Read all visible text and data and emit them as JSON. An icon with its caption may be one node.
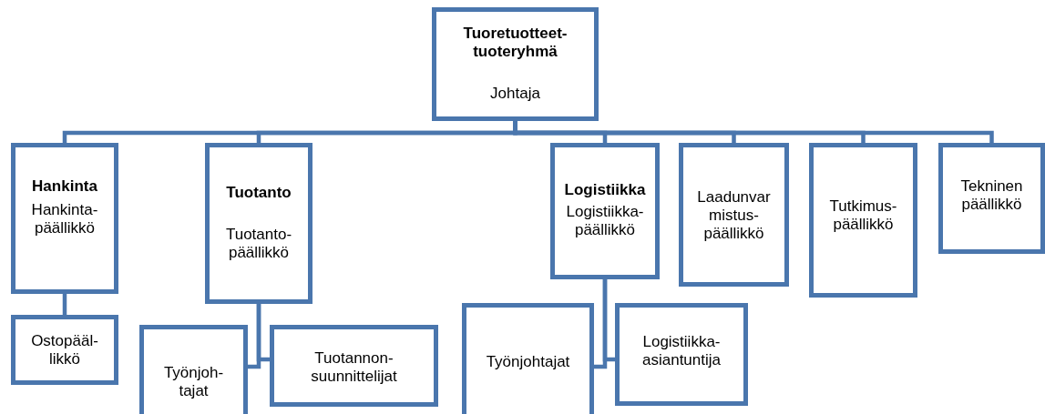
{
  "diagram": {
    "nodes": [
      {
        "text": [
          "Tuoretuotteet- tuoteryhmä",
          "Johtaja"
        ]
      },
      {
        "text": [
          "Hankinta",
          "Hankinta- päällikkö"
        ]
      },
      {
        "text": [
          "Ostopääl- likkö"
        ]
      },
      {
        "text": [
          "Tuotanto",
          "Tuotanto- päällikkö"
        ]
      },
      {
        "text": [
          "Työnjoh- tajat"
        ]
      },
      {
        "text": [
          "Tuotannon- suunnittelijat"
        ]
      },
      {
        "text": [
          "Logistiikka",
          "Logistiikka- päällikkö"
        ]
      },
      {
        "text": [
          "Työnjohtajat"
        ]
      },
      {
        "text": [
          "Logistiikka- asiantuntija"
        ]
      },
      {
        "text": [
          "Laadunvar mistus- päällikkö"
        ]
      },
      {
        "text": [
          "Tutkimus- päällikkö"
        ]
      },
      {
        "text": [
          "Tekninen päällikkö"
        ]
      }
    ],
    "edges": [
      {
        "from": 0,
        "to": 1,
        "arrow": "none"
      },
      {
        "from": 0,
        "to": 3,
        "arrow": "none"
      },
      {
        "from": 0,
        "to": 6,
        "arrow": "none"
      },
      {
        "from": 0,
        "to": 9,
        "arrow": "none"
      },
      {
        "from": 0,
        "to": 10,
        "arrow": "none"
      },
      {
        "from": 0,
        "to": 11,
        "arrow": "none"
      },
      {
        "from": 1,
        "to": 2,
        "arrow": "none"
      },
      {
        "from": 3,
        "to": 4,
        "arrow": "none"
      },
      {
        "from": 3,
        "to": 5,
        "arrow": "none"
      },
      {
        "from": 6,
        "to": 7,
        "arrow": "none"
      },
      {
        "from": 6,
        "to": 8,
        "arrow": "none"
      }
    ]
  }
}
